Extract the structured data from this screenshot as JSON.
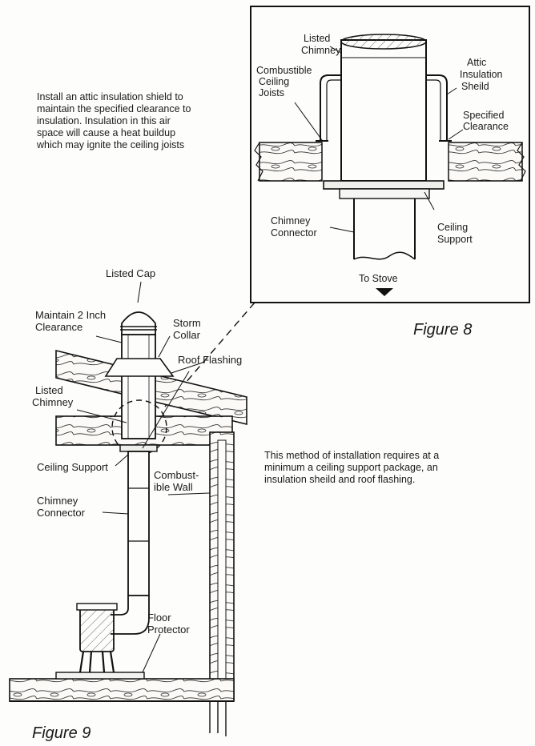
{
  "notes": {
    "attic_shield": [
      "Install an attic insulation shield to",
      "maintain the specified clearance to",
      "insulation. Insulation in this air",
      "space will cause a heat buildup",
      "which may ignite  the ceiling joists"
    ],
    "method": [
      "This method of installation requires at a",
      "minimum a ceiling support package, an",
      "insulation sheild and roof flashing."
    ]
  },
  "figure8": {
    "caption": "Figure 8",
    "labels": {
      "listed_chimney": [
        "Listed",
        "Chimney"
      ],
      "combustible_joists": [
        "Combustible",
        "Ceiling",
        "Joists"
      ],
      "attic_shield": [
        "Attic",
        "Insulation",
        "Sheild"
      ],
      "specified_clearance": [
        "Specified",
        "Clearance"
      ],
      "chimney_connector": [
        "Chimney",
        "Connector"
      ],
      "ceiling_support": [
        "Ceiling",
        "Support"
      ],
      "to_stove": "To Stove"
    }
  },
  "figure9": {
    "caption": "Figure 9",
    "labels": {
      "listed_cap": "Listed Cap",
      "maintain_clearance": [
        "Maintain 2 Inch",
        "Clearance"
      ],
      "storm_collar": [
        "Storm",
        "Collar"
      ],
      "roof_flashing": "Roof Flashing",
      "listed_chimney": [
        "Listed",
        "Chimney"
      ],
      "ceiling_support": "Ceiling Support",
      "combustible_wall": [
        "Combust-",
        "ible Wall"
      ],
      "chimney_connector": [
        "Chimney",
        "Connector"
      ],
      "floor_protector": [
        "Floor",
        "Protector"
      ]
    }
  }
}
